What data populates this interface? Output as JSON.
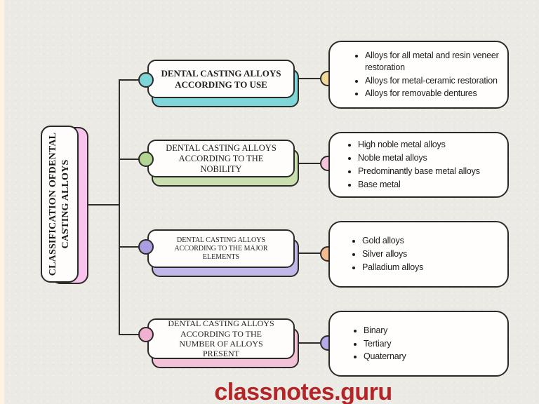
{
  "page": {
    "watermark": "classnotes.guru",
    "watermark_color": "#b32527",
    "background_color": "#ebeae4",
    "edge_strip_color": "#fdf3e2",
    "line_color": "#2e2d2a"
  },
  "root": {
    "title_lines": [
      "CLASSIFICATION OF",
      "DENTAL CASTING ALLOYS"
    ],
    "shadow_color": "#f8c4ee"
  },
  "branches": [
    {
      "id": "use",
      "title_lines": [
        "DENTAL CASTING ALLOYS",
        "ACCORDING TO USE"
      ],
      "accent_color": "#7fd6d8",
      "left_circle_color": "#7fd6d8",
      "right_circle_color": "#f1d99b",
      "items": [
        "Alloys for all metal and resin veneer restoration",
        "Alloys for metal-ceramic restoration",
        "Alloys for removable dentures"
      ]
    },
    {
      "id": "nobility",
      "title_lines": [
        "DENTAL CASTING ALLOYS",
        "ACCORDING TO THE",
        "NOBILITY"
      ],
      "accent_color": "#c9dfb0",
      "left_circle_color": "#b4d694",
      "right_circle_color": "#f3c4db",
      "items": [
        "High noble metal alloys",
        "Noble metal alloys",
        "Predominantly base metal alloys",
        "Base metal"
      ]
    },
    {
      "id": "major-elements",
      "title_lines": [
        "DENTAL CASTING ALLOYS",
        "ACCORDING TO THE MAJOR",
        "ELEMENTS"
      ],
      "accent_color": "#c1b7e9",
      "left_circle_color": "#ab9fe2",
      "right_circle_color": "#f6bc91",
      "items": [
        "Gold alloys",
        "Silver alloys",
        "Palladium alloys"
      ]
    },
    {
      "id": "number",
      "title_lines": [
        "DENTAL CASTING ALLOYS",
        "ACCORDING TO THE",
        "NUMBER OF ALLOYS",
        "PRESENT"
      ],
      "accent_color": "#f2c3d6",
      "left_circle_color": "#f0b2d0",
      "right_circle_color": "#b5abe9",
      "items": [
        "Binary",
        "Tertiary",
        "Quaternary"
      ]
    }
  ]
}
